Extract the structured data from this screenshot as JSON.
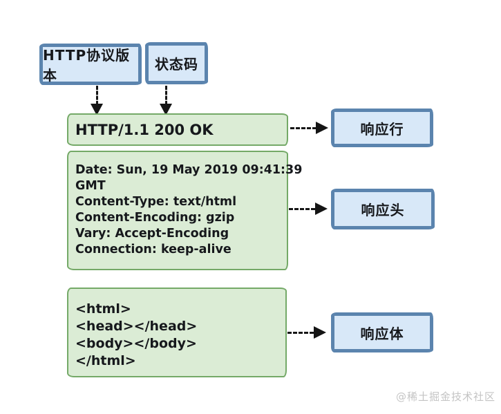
{
  "labels": {
    "http_version": "HTTP协议版本",
    "status_code": "状态码",
    "response_line": "响应行",
    "response_headers": "响应头",
    "response_body": "响应体"
  },
  "response": {
    "status_line": "HTTP/1.1 200 OK",
    "headers_lines": [
      "Date: Sun, 19 May 2019 09:41:39",
      "GMT",
      "Content-Type: text/html",
      "Content-Encoding: gzip",
      "Vary: Accept-Encoding",
      "Connection: keep-alive"
    ],
    "body_lines": [
      "<html>",
      "<head></head>",
      "<body></body>",
      "</html>"
    ]
  },
  "watermark": "@稀土掘金技术社区",
  "colors": {
    "blue_fill": "#d8e8f8",
    "blue_border": "#5b84ae",
    "green_fill": "#dbecd5",
    "green_border": "#74a967",
    "arrow": "#151515",
    "watermark_text": "#c4c4c4"
  }
}
